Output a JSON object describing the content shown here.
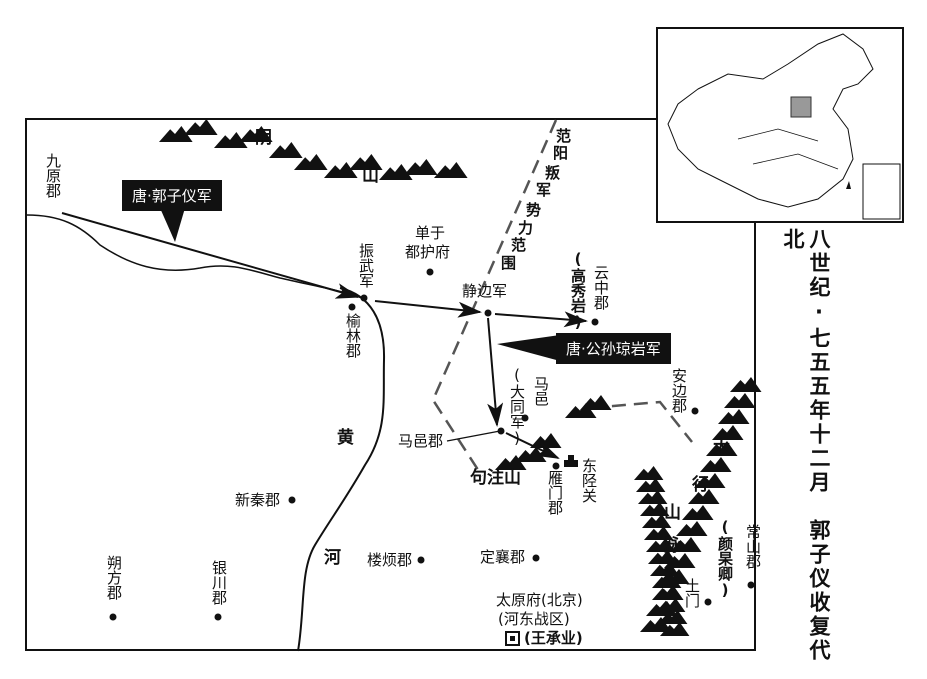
{
  "title": "八世纪·七五五年十二月　郭子仪收复代北",
  "army_labels": {
    "guo_ziyi": "唐·郭子仪军",
    "gongsun_qiongyan": "唐·公孙琼岩军"
  },
  "rebel_zone": [
    "范",
    "阳",
    "叛",
    "军",
    "势",
    "力",
    "范",
    "围"
  ],
  "mountains": {
    "yinshan": [
      "阴",
      "山"
    ],
    "gouzhu": "句注山",
    "taihang": [
      "太",
      "行",
      "山",
      "脉"
    ]
  },
  "river": [
    "黄",
    "河"
  ],
  "places": {
    "jiuyuan": "九原郡",
    "zhenwu": "振武军",
    "yulin": "榆林郡",
    "shanyu_1": "单于",
    "shanyu_2": "都护府",
    "jingbian": "静边军",
    "yunzhong": "云中郡",
    "gaoxiuyan": "(高秀岩)",
    "mayi": "马邑",
    "datong": "(大同军)",
    "mayi_jun": "马邑郡",
    "yanmen": "雁门郡",
    "dongxing": "东陉关",
    "anbian": "安边郡",
    "changshan": "常山郡",
    "yangaoqing": "(颜杲卿)",
    "tumen": "土门",
    "xinqin": "新秦郡",
    "loufan": "楼烦郡",
    "dingxiang": "定襄郡",
    "shuofang": "朔方郡",
    "yinchuan": "银川郡",
    "taiyuan": "太原府(北京)",
    "hedong": "(河东战区)",
    "wangchengye": "(王承业)"
  }
}
